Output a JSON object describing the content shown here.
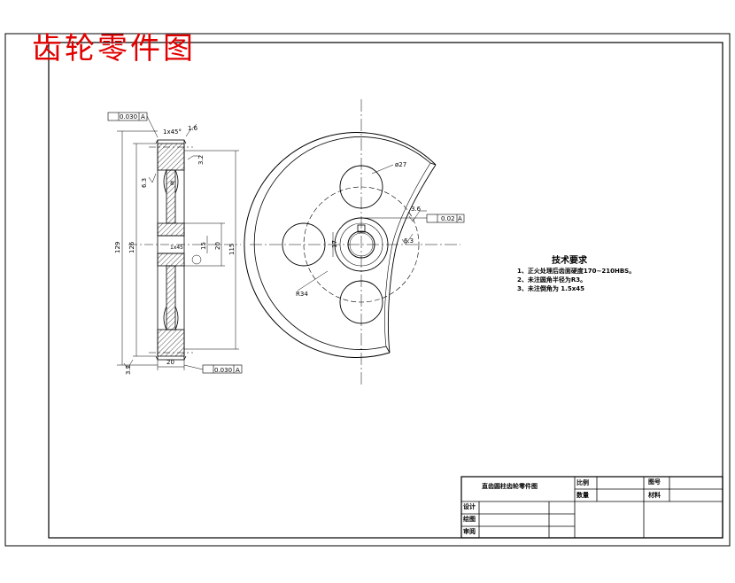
{
  "page_title": "齿轮零件图",
  "title_block": {
    "drawing_name": "直齿圆柱齿轮零件图",
    "scale_label": "比例",
    "quantity_label": "数量",
    "drawing_no_label": "图号",
    "material_label": "材料",
    "designer_label": "设计",
    "drafter_label": "绘图",
    "reviewer_label": "审阅"
  },
  "technical_requirements": {
    "heading": "技术要求",
    "items": [
      "1、正火处理后齿面硬度170~210HBS。",
      "2、未注圆角半径为R3。",
      "3、未注倒角为 1.5x45"
    ]
  },
  "dimensions": {
    "runout_top": "0.030",
    "runout_bottom": "0.030",
    "datum": "A",
    "chamfer": "1x45°",
    "rough_16": "1.6",
    "rough_32a": "3.2",
    "rough_63": "6.3",
    "rough_32b": "3.2",
    "dia_129": "129",
    "dia_126": "126",
    "dia_115": "115",
    "dia_20": "20",
    "dia_15": "15",
    "dim_8": "8",
    "dim_20": "20",
    "dia_27": "ø27",
    "sym_tol": "0.02",
    "rough_36": "3.6",
    "rough_63b": "6.3",
    "dim_17": "17",
    "radius_34": "R34",
    "chamfer_small": "1x45"
  }
}
